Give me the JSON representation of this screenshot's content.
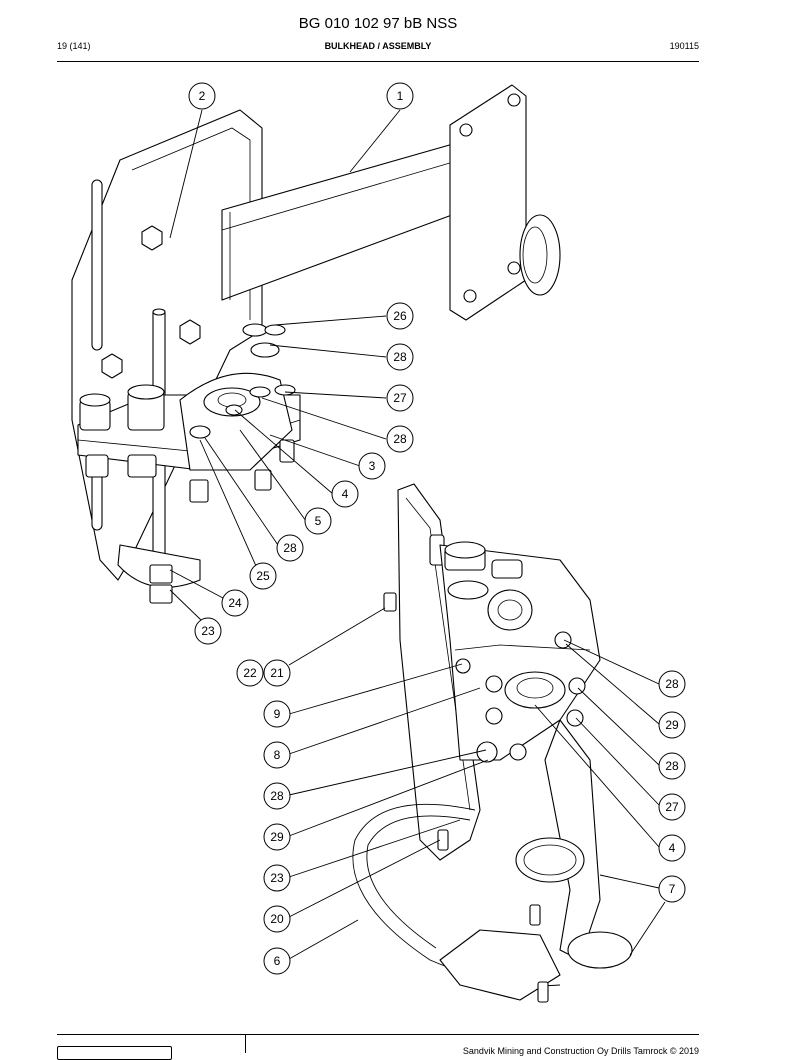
{
  "header": {
    "doc_code": "BG 010 102 97 bB NSS",
    "page": "19 (141)",
    "title": "BULKHEAD / ASSEMBLY",
    "date_code": "190115"
  },
  "footer": {
    "copyright": "Sandvik Mining and Construction Oy Drills Tamrock © 2019"
  },
  "callouts": {
    "top": [
      "2",
      "1",
      "26",
      "28",
      "27",
      "28",
      "3",
      "4",
      "5",
      "28",
      "25",
      "24",
      "23"
    ],
    "bottom": [
      "22",
      "21",
      "9",
      "8",
      "28",
      "29",
      "23",
      "20",
      "6",
      "28",
      "29",
      "28",
      "27",
      "4",
      "7"
    ]
  }
}
